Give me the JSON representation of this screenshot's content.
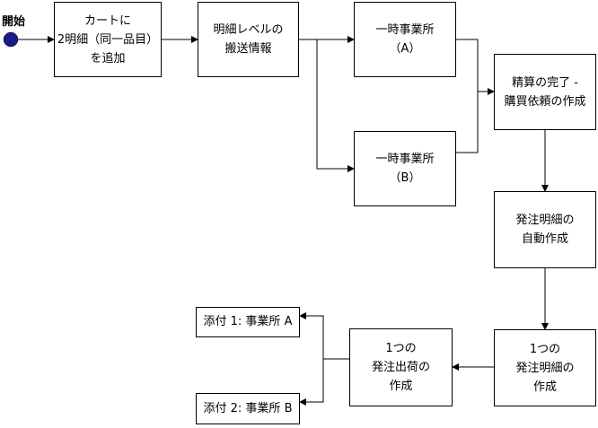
{
  "start": {
    "label": "開始"
  },
  "nodes": {
    "add_to_cart": [
      "カートに",
      "2明細（同一品目）",
      "を追加"
    ],
    "line_shipping": [
      "明細レベルの",
      "搬送情報"
    ],
    "temp_office_a": [
      "一時事業所",
      "（A）"
    ],
    "temp_office_b": [
      "一時事業所",
      "（B）"
    ],
    "checkout": [
      "精算の完了 -",
      "購買依頼の作成"
    ],
    "po_lines_auto": [
      "発注明細の",
      "自動作成"
    ],
    "one_po_line": [
      "1つの",
      "発注明細の",
      "作成"
    ],
    "one_shipment": [
      "1つの",
      "発注出荷の",
      "作成"
    ],
    "attach_1": "添付 1: 事業所 A",
    "attach_2": "添付 2: 事業所 B"
  },
  "colors": {
    "start_fill": "#1a1a8c",
    "line": "#000000"
  }
}
